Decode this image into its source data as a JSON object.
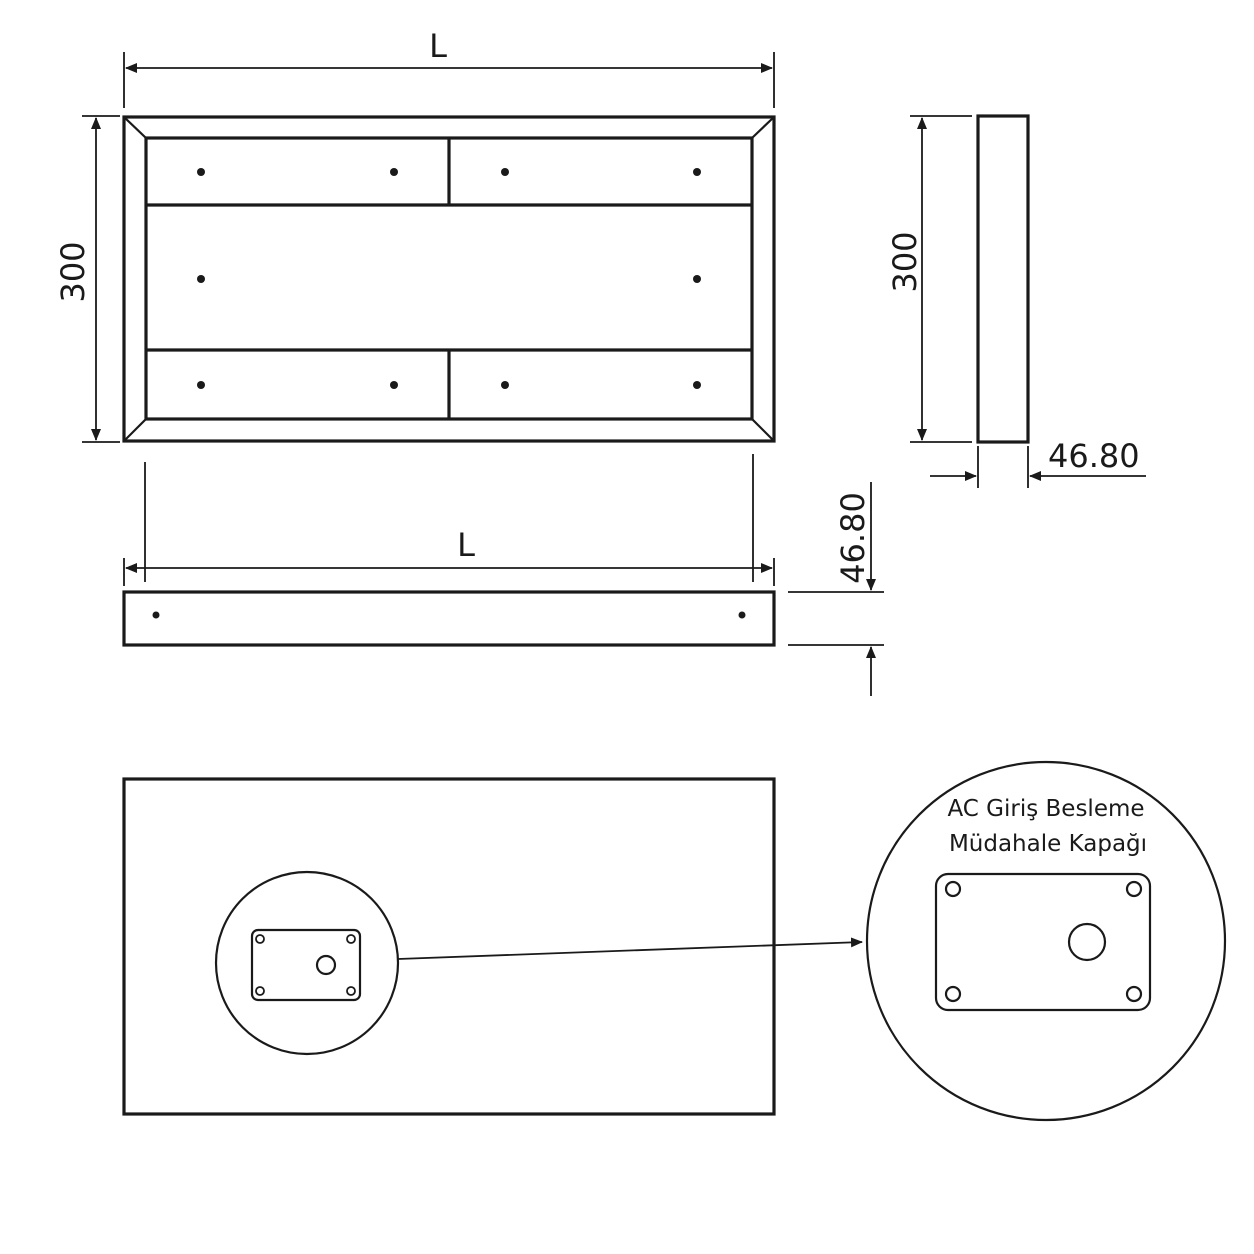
{
  "front_view": {
    "width_label": "L",
    "height_label": "300"
  },
  "side_view": {
    "height_label": "300",
    "depth_label": "46.80"
  },
  "bottom_view": {
    "width_label": "L",
    "thickness_label": "46.80"
  },
  "rear_view": {
    "callout_line1": "AC Giriş Besleme",
    "callout_line2": "Müdahale Kapağı"
  }
}
